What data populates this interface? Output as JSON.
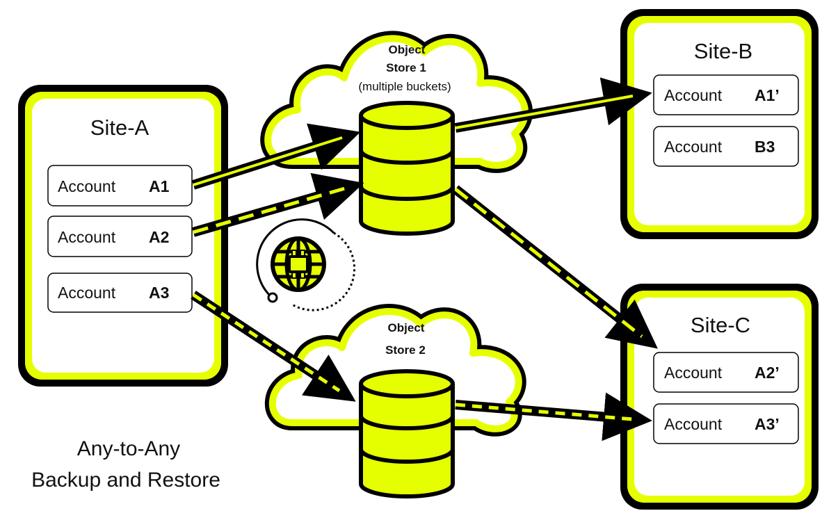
{
  "colors": {
    "accent": "#e6ff00",
    "outline": "#000000",
    "panel": "#ffffff"
  },
  "caption": {
    "line1": "Any-to-Any",
    "line2": "Backup and Restore"
  },
  "sites": {
    "a": {
      "title": "Site-A",
      "accounts": [
        {
          "label": "Account",
          "id": "A1"
        },
        {
          "label": "Account",
          "id": "A2"
        },
        {
          "label": "Account",
          "id": "A3"
        }
      ]
    },
    "b": {
      "title": "Site-B",
      "accounts": [
        {
          "label": "Account",
          "id": "A1’"
        },
        {
          "label": "Account",
          "id": "B3"
        }
      ]
    },
    "c": {
      "title": "Site-C",
      "accounts": [
        {
          "label": "Account",
          "id": "A2’"
        },
        {
          "label": "Account",
          "id": "A3’"
        }
      ]
    }
  },
  "stores": {
    "s1": {
      "line1": "Object",
      "line2": "Store 1",
      "line3": "(multiple buckets)"
    },
    "s2": {
      "line1": "Object",
      "line2": "Store 2"
    }
  },
  "icons": {
    "network": "globe-network-icon"
  }
}
